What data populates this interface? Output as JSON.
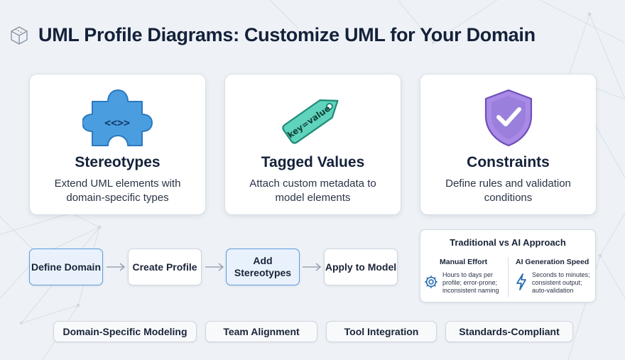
{
  "header": {
    "title": "UML Profile Diagrams: Customize UML for Your Domain",
    "icon": "cube-icon"
  },
  "cards": [
    {
      "title": "Stereotypes",
      "desc": "Extend UML elements with domain-specific types",
      "icon": "puzzle-piece-icon",
      "icon_label": "<<>>",
      "color": "#4a9ee0"
    },
    {
      "title": "Tagged Values",
      "desc": "Attach custom metadata to model elements",
      "icon": "tag-icon",
      "icon_label": "key=value",
      "color": "#3fbfa6"
    },
    {
      "title": "Constraints",
      "desc": "Define rules and validation conditions",
      "icon": "shield-check-icon",
      "color": "#9b7fdc"
    }
  ],
  "steps": [
    {
      "label": "Define Domain",
      "active": true
    },
    {
      "label": "Create Profile",
      "active": false
    },
    {
      "label": "Add Stereotypes",
      "active": true
    },
    {
      "label": "Apply to Model",
      "active": false
    }
  ],
  "comparison": {
    "title": "Traditional vs AI Approach",
    "manual": {
      "heading": "Manual Effort",
      "lines": [
        "Hours to days per",
        "profile; error-prone;",
        "inconsistent naming"
      ],
      "icon": "gear-icon"
    },
    "ai": {
      "heading": "AI Generation Speed",
      "lines": [
        "Seconds to minutes;",
        "consistent output;",
        "auto-validation"
      ],
      "icon": "lightning-icon"
    }
  },
  "tags": [
    "Domain-Specific Modeling",
    "Team Alignment",
    "Tool Integration",
    "Standards-Compliant"
  ],
  "colors": {
    "accent": "#5b9bdb",
    "active_fill": "#e9f2fc",
    "text": "#14213a"
  }
}
